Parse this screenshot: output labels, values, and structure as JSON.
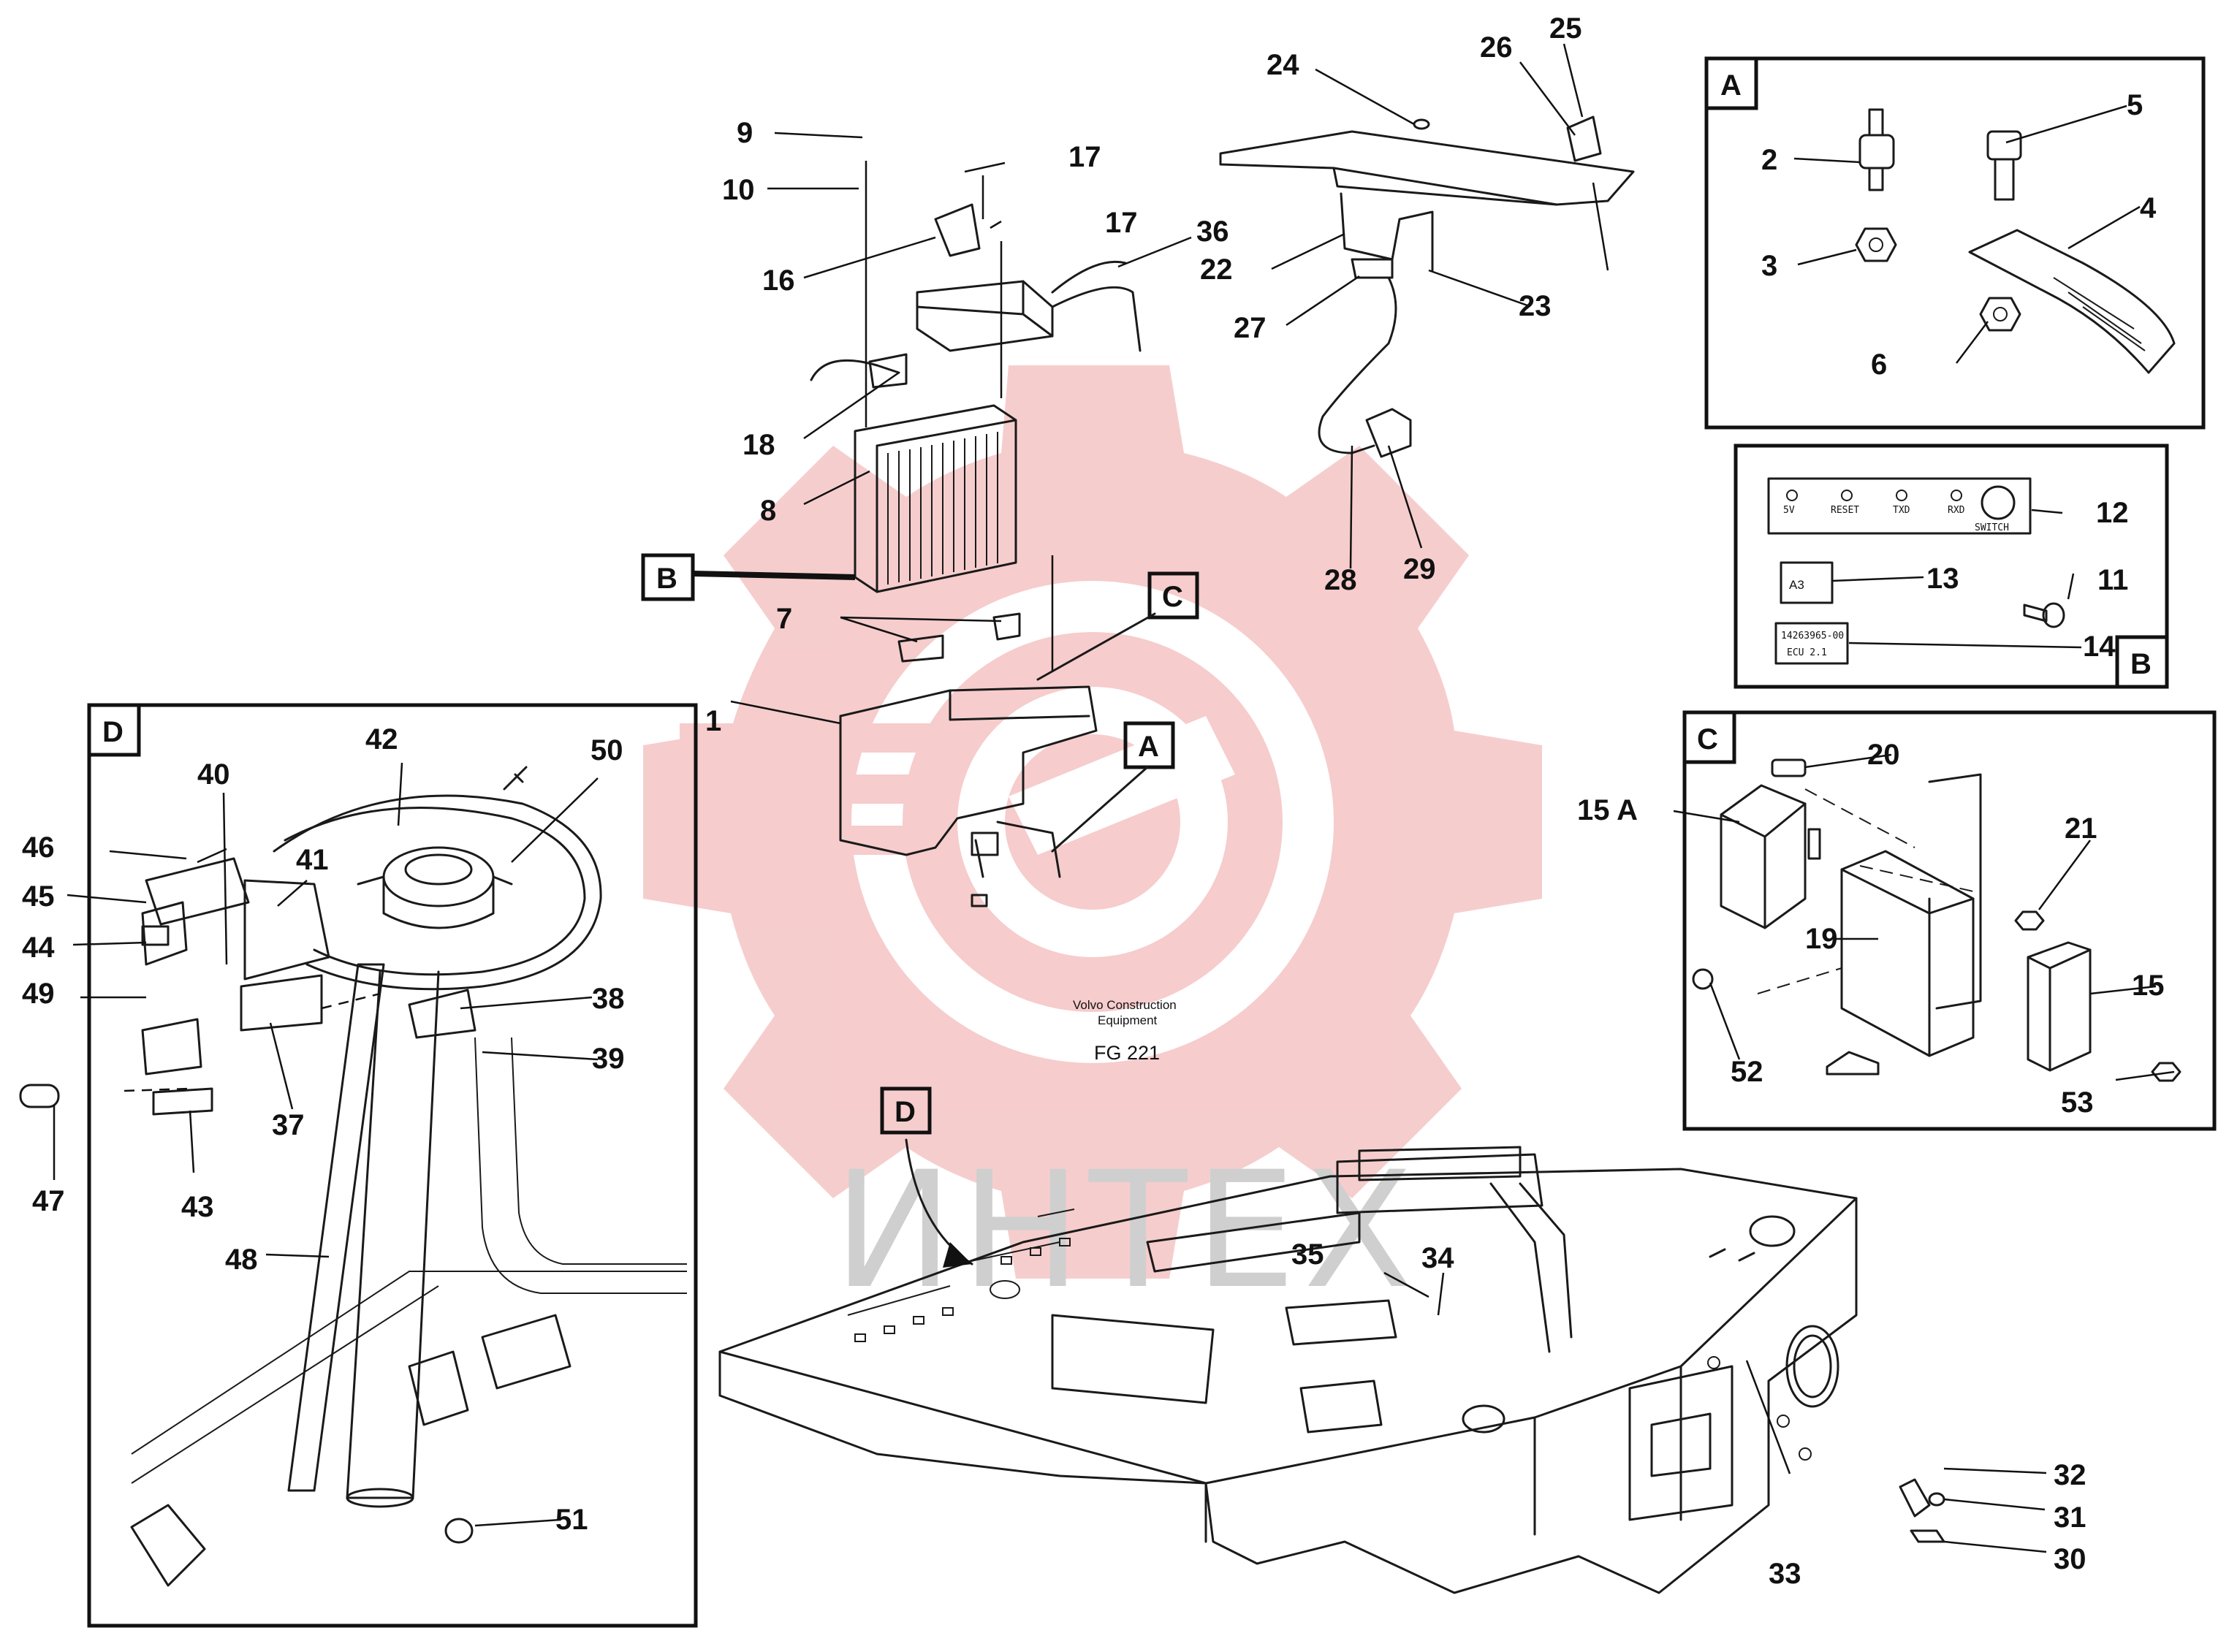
{
  "document": {
    "manufacturer": "Volvo Construction\nEquipment",
    "manufacturer_line1": "Volvo Construction",
    "manufacturer_line2": "Equipment",
    "figure_code": "FG 221",
    "watermark_text": "ИНТЕХ"
  },
  "colors": {
    "line": "#1a1a1a",
    "watermark_gear": "#f4c2c2",
    "watermark_text": "#cfcfcf",
    "background": "#ffffff"
  },
  "detail_boxes": {
    "A": {
      "letter": "A",
      "parts": [
        "2",
        "3",
        "4",
        "5",
        "6"
      ]
    },
    "B": {
      "letter": "B",
      "parts": [
        "11",
        "12",
        "13",
        "14"
      ],
      "panel_labels": [
        "5V",
        "RESET",
        "TXD",
        "RXD",
        "SWITCH"
      ],
      "tag_13": "A3",
      "tag_14_line1": "14263965-00",
      "tag_14_line2": "ECU 2.1"
    },
    "C": {
      "letter": "C",
      "parts": [
        "15 A",
        "15",
        "19",
        "20",
        "21",
        "52",
        "53"
      ]
    },
    "D": {
      "letter": "D",
      "parts": [
        "37",
        "38",
        "39",
        "40",
        "41",
        "42",
        "43",
        "44",
        "45",
        "46",
        "47",
        "48",
        "49",
        "50",
        "51"
      ]
    }
  },
  "callouts": {
    "B": "B",
    "C": "C",
    "A": "A",
    "D": "D"
  },
  "part_numbers": {
    "p1": "1",
    "p2": "2",
    "p3": "3",
    "p4": "4",
    "p5": "5",
    "p6": "6",
    "p7": "7",
    "p8": "8",
    "p9": "9",
    "p10": "10",
    "p11": "11",
    "p12": "12",
    "p13": "13",
    "p14": "14",
    "p15": "15",
    "p15a": "15 A",
    "p16": "16",
    "p17a": "17",
    "p17b": "17",
    "p18": "18",
    "p19": "19",
    "p20": "20",
    "p21": "21",
    "p22": "22",
    "p23": "23",
    "p24": "24",
    "p25": "25",
    "p26": "26",
    "p27": "27",
    "p28": "28",
    "p29": "29",
    "p30": "30",
    "p31": "31",
    "p32": "32",
    "p33": "33",
    "p34": "34",
    "p35": "35",
    "p36": "36",
    "p37": "37",
    "p38": "38",
    "p39": "39",
    "p40": "40",
    "p41": "41",
    "p42": "42",
    "p43": "43",
    "p44": "44",
    "p45": "45",
    "p46": "46",
    "p47": "47",
    "p48": "48",
    "p49": "49",
    "p50": "50",
    "p51": "51",
    "p52": "52",
    "p53": "53"
  }
}
